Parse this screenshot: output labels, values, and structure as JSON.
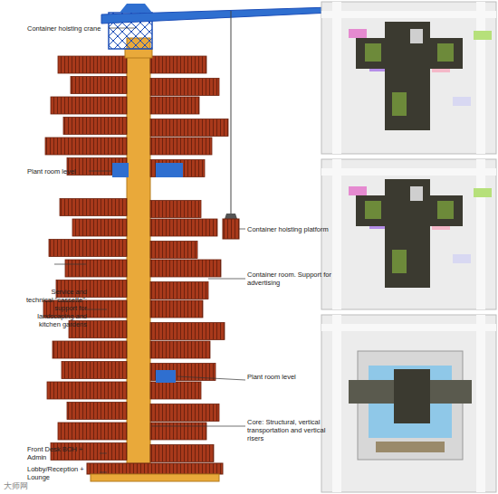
{
  "diagram": {
    "labels": [
      "Container hoisting crane",
      "Plant room level",
      "Container hoisting platform",
      "Container room. Support for advertising",
      "Service and technical \"cassette\": support for landscaping and kitchen gardens",
      "Plant room level",
      "Core: Structural, vertical transportation and vertical risers",
      "Front Desk BOH + Admin",
      "Lobby/Reception + Lounge",
      "大师网"
    ]
  }
}
